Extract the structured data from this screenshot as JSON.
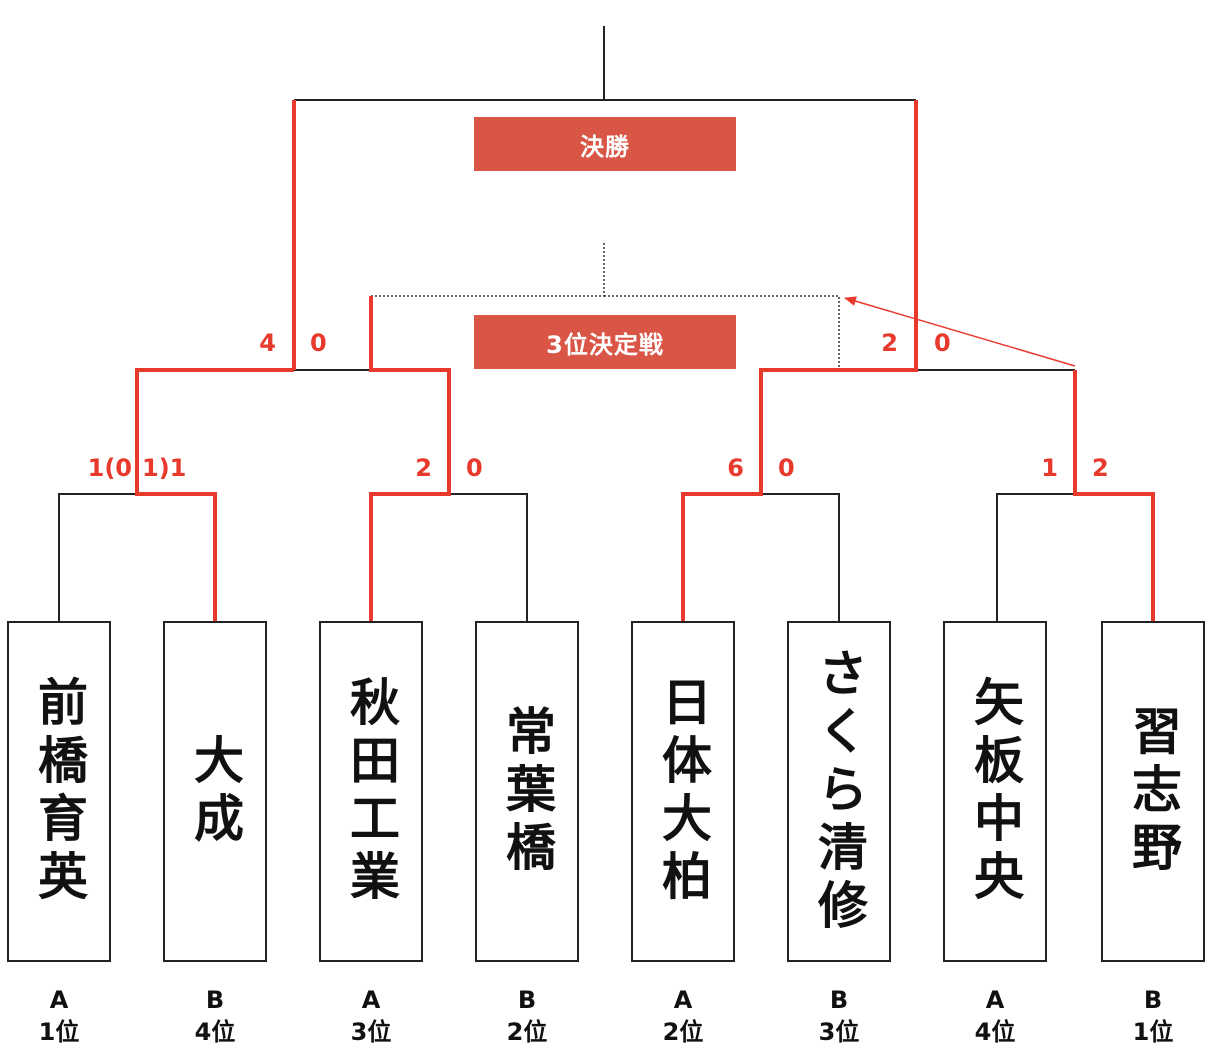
{
  "colors": {
    "win": "#e8392d",
    "line": "#222222",
    "label_bg": "#d95545"
  },
  "labels": {
    "final": "決勝",
    "third_place": "3位決定戦"
  },
  "teams": [
    {
      "name": "前橋育英",
      "group": "A",
      "rank": "1位"
    },
    {
      "name": "大成",
      "group": "B",
      "rank": "4位"
    },
    {
      "name": "秋田工業",
      "group": "A",
      "rank": "3位"
    },
    {
      "name": "常葉橋",
      "group": "B",
      "rank": "2位"
    },
    {
      "name": "日体大柏",
      "group": "A",
      "rank": "2位"
    },
    {
      "name": "さくら清修",
      "group": "B",
      "rank": "3位"
    },
    {
      "name": "矢板中央",
      "group": "A",
      "rank": "4位"
    },
    {
      "name": "習志野",
      "group": "B",
      "rank": "1位"
    }
  ],
  "scores": {
    "qf1": {
      "left": "1(0",
      "right": "1)1"
    },
    "qf2": {
      "left": "2",
      "right": "0"
    },
    "qf3": {
      "left": "6",
      "right": "0"
    },
    "qf4": {
      "left": "1",
      "right": "2"
    },
    "sf1": {
      "left": "4",
      "right": "0"
    },
    "sf2": {
      "left": "2",
      "right": "0"
    }
  }
}
